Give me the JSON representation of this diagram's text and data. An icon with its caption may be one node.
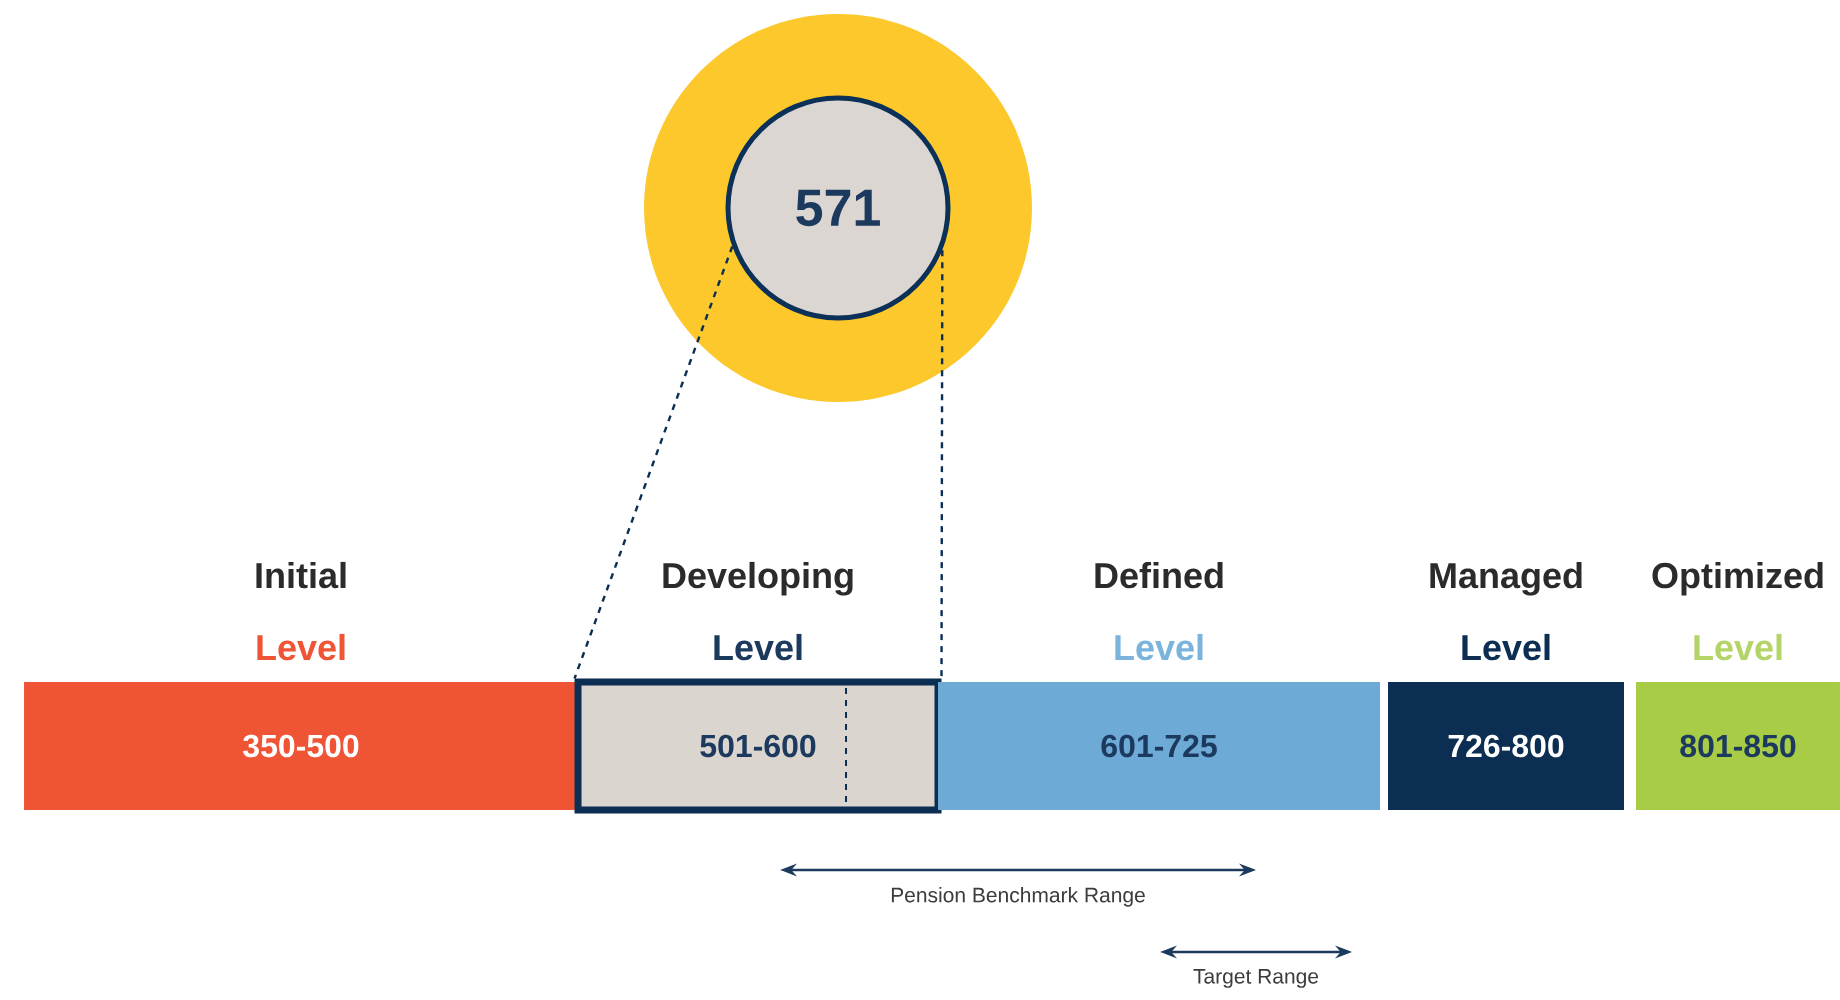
{
  "diagram": {
    "nodes": [
      {
        "text": [
          "571"
        ]
      },
      {
        "text": [
          "Initial",
          "Level",
          "350-500"
        ]
      },
      {
        "text": [
          "Developing",
          "Level",
          "501-600"
        ]
      },
      {
        "text": [
          "Defined",
          "Level",
          "601-725"
        ]
      },
      {
        "text": [
          "Managed",
          "Level",
          "726-800"
        ]
      },
      {
        "text": [
          "Optimized",
          "Level",
          "801-850"
        ]
      }
    ],
    "edges": [
      {
        "from": 0,
        "to": 2,
        "arrow": "none",
        "style": "dashed"
      },
      {
        "from": 0,
        "to": 2,
        "arrow": "none",
        "style": "dashed"
      }
    ],
    "labels": [
      "Pension Benchmark Range",
      "Target Range"
    ]
  }
}
